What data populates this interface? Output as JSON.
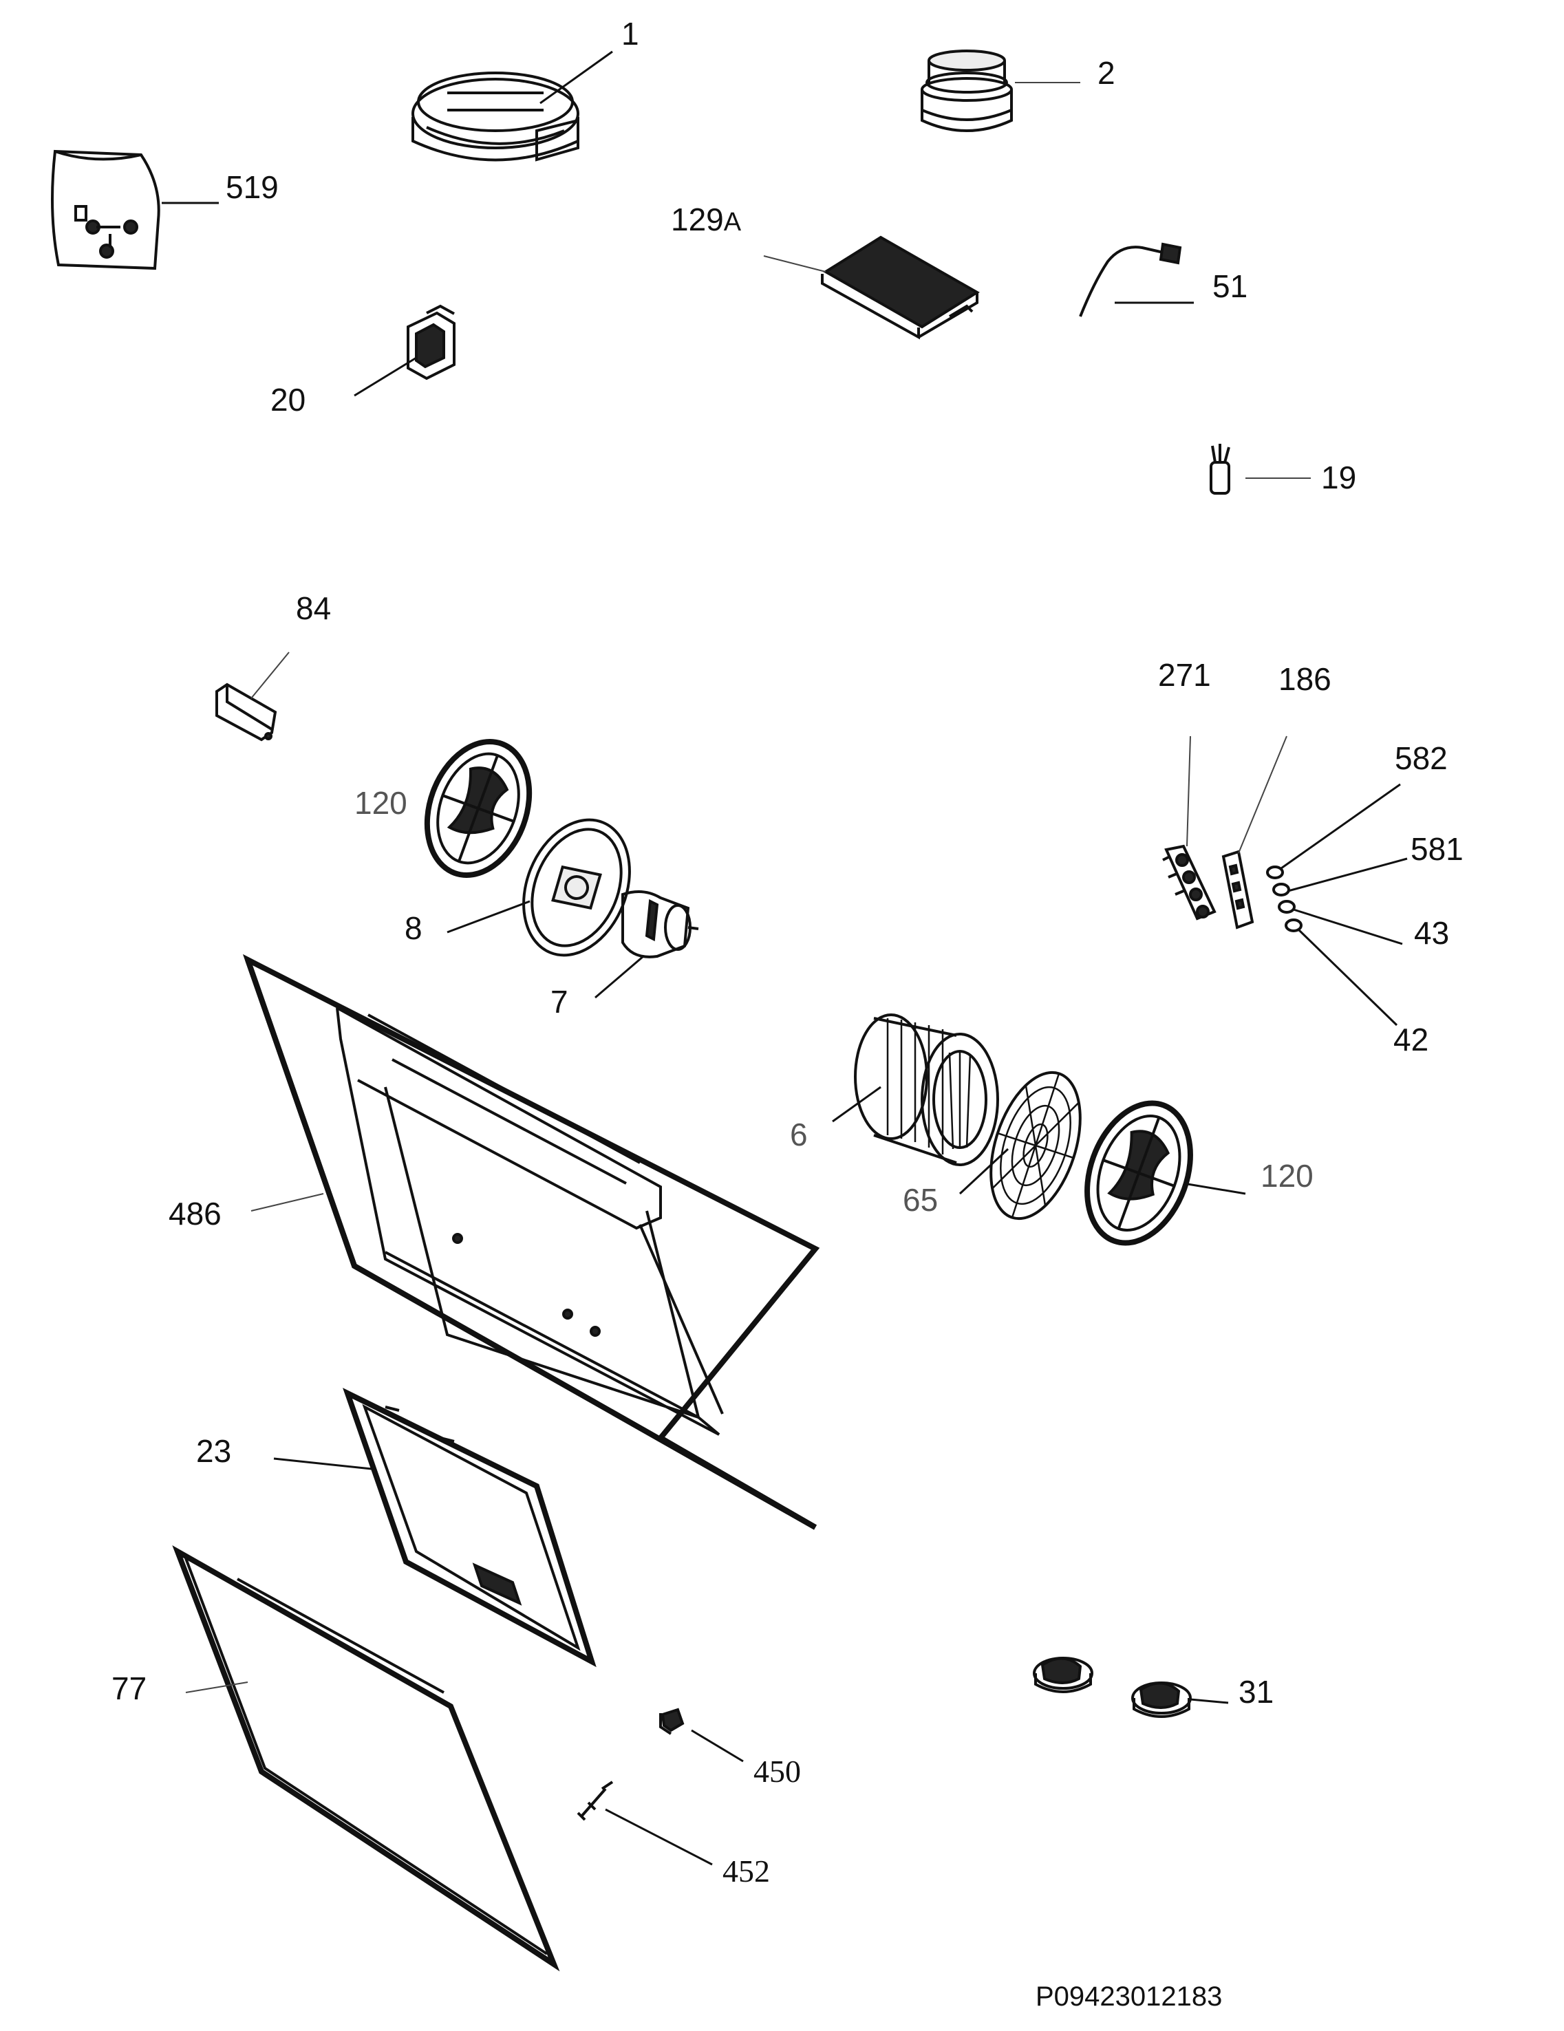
{
  "diagram": {
    "labels": [
      "1",
      "2",
      "519",
      "129",
      "51",
      "20",
      "19",
      "84",
      "271",
      "186",
      "582",
      "581",
      "43",
      "42",
      "120",
      "8",
      "7",
      "6",
      "65",
      "120",
      "486",
      "23",
      "77",
      "450",
      "452",
      "31"
    ],
    "suffix_129": "A",
    "code": "P09423012183"
  }
}
